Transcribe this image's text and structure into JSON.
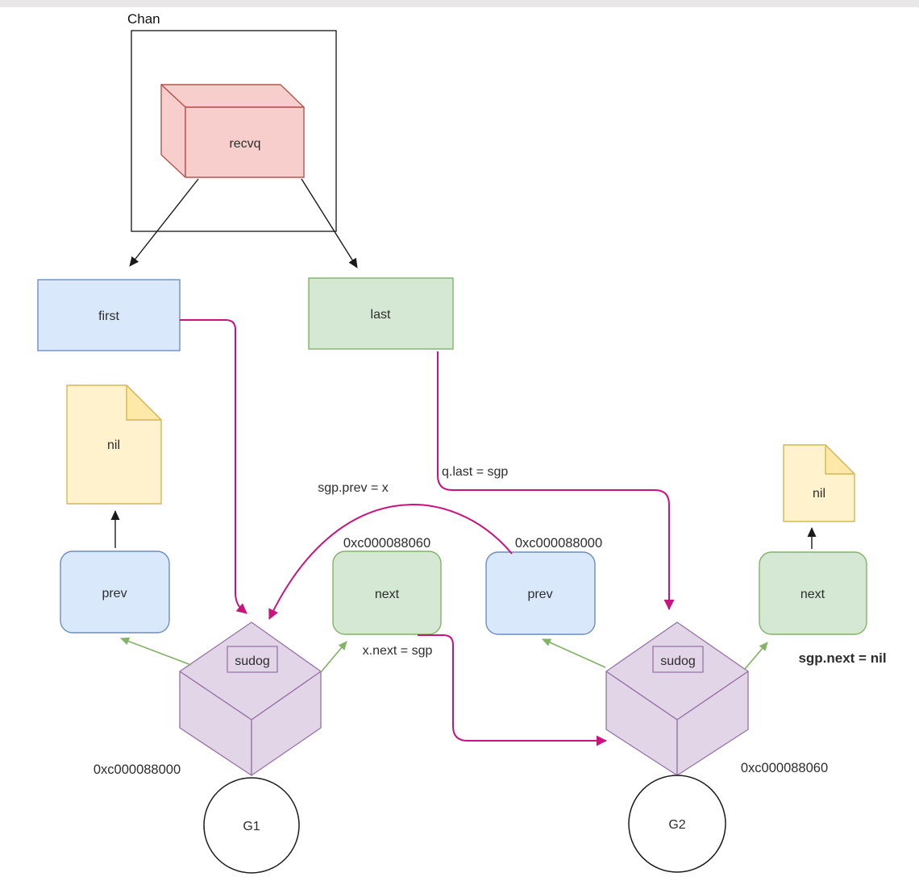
{
  "chan": {
    "label": "Chan",
    "recvq": "recvq"
  },
  "queue_pointers": {
    "first": "first",
    "last": "last"
  },
  "left_node": {
    "sudog": "sudog",
    "addr": "0xc000088000",
    "goroutine": "G1",
    "prev": "prev",
    "prev_target": "nil",
    "next": "next",
    "next_addr": "0xc000088060"
  },
  "right_node": {
    "sudog": "sudog",
    "addr": "0xc000088060",
    "goroutine": "G2",
    "prev": "prev",
    "prev_addr": "0xc000088000",
    "next": "next",
    "next_target": "nil"
  },
  "edge_labels": {
    "q_last": "q.last = sgp",
    "sgp_prev": "sgp.prev = x",
    "x_next": "x.next = sgp",
    "sgp_next": "sgp.next = nil"
  },
  "colors": {
    "red_fill": "#f8cecc",
    "red_stroke": "#b85450",
    "blue_fill": "#dae8fc",
    "blue_stroke": "#6c8ebf",
    "green_fill": "#d5e8d4",
    "green_stroke": "#82b366",
    "yellow_fill": "#fff2cc",
    "yellow_stroke": "#d6b656",
    "purple_fill": "#e1d5e7",
    "purple_stroke": "#9673a6",
    "magenta_edge": "#c9137e",
    "green_edge": "#82b366",
    "red_text": "#e94b3c",
    "black_edge": "#1a1a1a"
  }
}
